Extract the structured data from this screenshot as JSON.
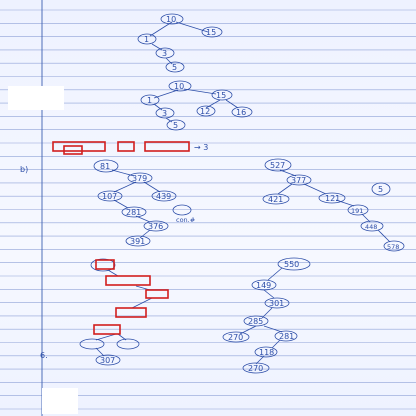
{
  "part_label": "b)",
  "tree_a1": [
    "10",
    "15",
    "1",
    "3",
    "5"
  ],
  "tree_a2": [
    "10",
    "15",
    "1",
    "3",
    "12",
    "16",
    "5"
  ],
  "annot_arrow": "→ 3",
  "tree_b1": [
    "81",
    "379",
    "107",
    "439",
    "281",
    "376",
    "391"
  ],
  "tree_b1_note": "con.#",
  "tree_b2": [
    "527",
    "377",
    "421",
    "121",
    "5",
    "191",
    "448",
    "578"
  ],
  "tree_c1": [
    "307"
  ],
  "tree_c2": [
    "550",
    "149",
    "301",
    "285",
    "270",
    "281",
    "118",
    "270"
  ],
  "left_mark": "6.",
  "colors": {
    "ink": "#2d4ea8",
    "rule": "#8fa2d8",
    "margin": "#3b5fb0",
    "redaction": "#d21e1e"
  }
}
